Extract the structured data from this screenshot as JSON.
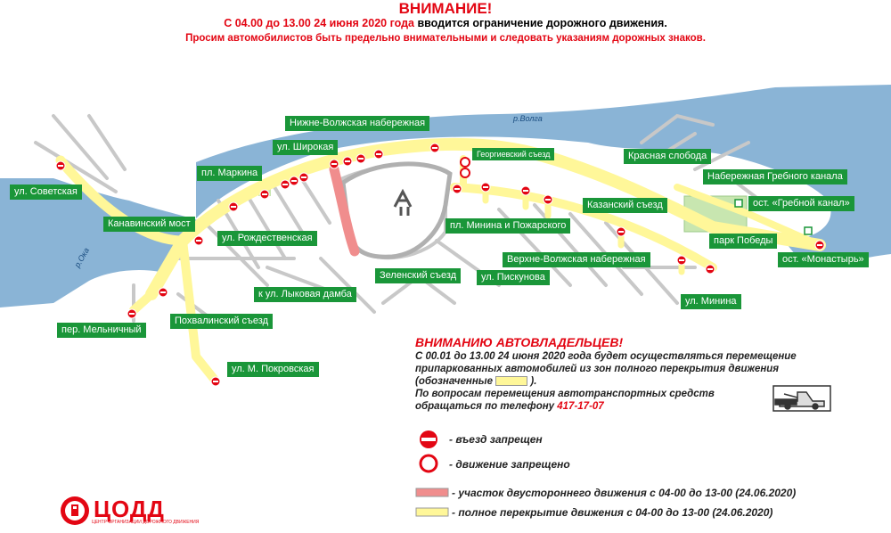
{
  "header": {
    "title": "ВНИМАНИЕ!",
    "line1_red": "С 04.00 до 13.00 24 июня 2020 года",
    "line1_black": " вводится ограничение дорожного движения.",
    "line2": "Просим автомобилистов быть предельно внимательными и следовать указаниям дорожных знаков."
  },
  "rivers": {
    "volga": "р.Волга",
    "oka": "р.Ока"
  },
  "labels": {
    "sovetskaya": "ул. Советская",
    "kanavinsky": "Канавинский мост",
    "markina": "пл. Маркина",
    "shirokaya": "ул. Широкая",
    "nizhne": "Нижне-Волжская набережная",
    "georgievsky": "Георгиевский съезд",
    "krasnaya": "Красная слобода",
    "grebnoy_nab": "Набережная Гребного канала",
    "grebnoy_ost": "ост. «Гребной канал»",
    "rozhd": "ул. Рождественская",
    "minina_pozh": "пл. Минина и Пожарского",
    "kazansky": "Казанский съезд",
    "park": "парк Победы",
    "monastyr": "ост. «Монастырь»",
    "verhne": "Верхне-Волжская набережная",
    "zelensky": "Зеленский съезд",
    "piskunova": "ул. Пискунова",
    "lykova": "к ул. Лыковая дамба",
    "minina": "ул. Минина",
    "melnichny": "пер. Мельничный",
    "pohvalinsky": "Похвалинский съезд",
    "pokrovskaya": "ул. М. Покровская"
  },
  "notice": {
    "title": "ВНИМАНИЮ АВТОВЛАДЕЛЬЦЕВ!",
    "line1": "С 00.01 до 13.00 24 июня 2020 года будет осуществляться перемещение",
    "line2": "припаркованных автомобилей из зон полного перекрытия движения",
    "line3a": "(обозначенные",
    "line3b": ").",
    "line4": "По вопросам перемещения автотранспортных средств",
    "line5": "обращаться по телефону ",
    "phone": "417-17-07"
  },
  "legend": {
    "no_entry": "- въезд запрещен",
    "no_traffic": "- движение запрещено",
    "two_way": "- участок двустороннего движения с 04-00 до 13-00 (24.06.2020)",
    "full_closure": "- полное перекрытие движения с 04-00 до 13-00 (24.06.2020)"
  },
  "logo": {
    "name": "ЦОДД",
    "subtitle": "ЦЕНТР ОРГАНИЗАЦИИ ДОРОЖНОГО ДВИЖЕНИЯ"
  },
  "colors": {
    "river": "#8ab4d6",
    "closure": "#fff799",
    "two_way": "#f08d8d",
    "label_bg": "#1a9639",
    "alert_red": "#e30613",
    "street_grey": "#c8c8c8"
  }
}
